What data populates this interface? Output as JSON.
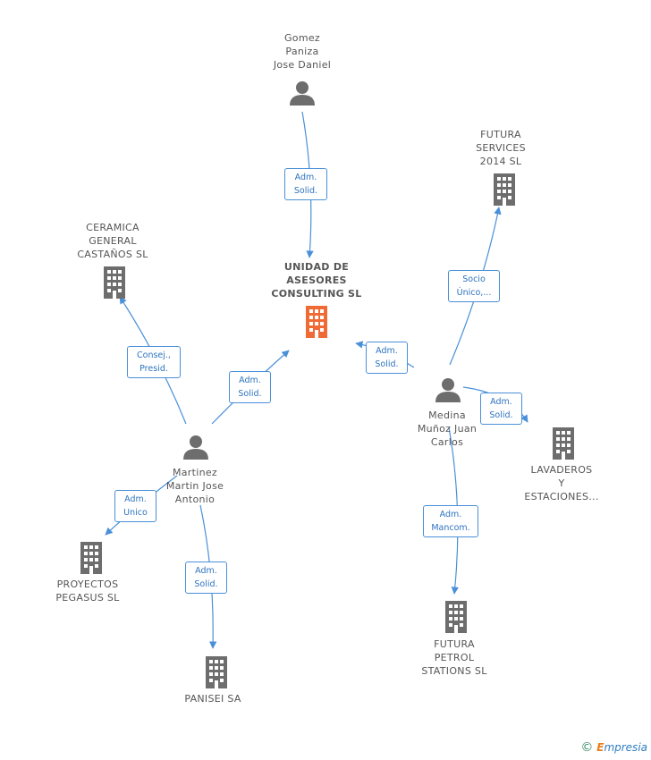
{
  "nodes": {
    "main": {
      "label": "UNIDAD DE\nASESORES\nCONSULTING SL",
      "type": "company",
      "color": "#f06a35"
    },
    "gomez": {
      "label": "Gomez\nPaniza\nJose Daniel",
      "type": "person"
    },
    "futura_services": {
      "label": "FUTURA\nSERVICES\n2014  SL",
      "type": "company"
    },
    "ceramica": {
      "label": "CERAMICA\nGENERAL\nCASTAÑOS SL",
      "type": "company"
    },
    "medina": {
      "label": "Medina\nMuñoz Juan\nCarlos",
      "type": "person"
    },
    "lavaderos": {
      "label": "LAVADEROS\nY\nESTACIONES...",
      "type": "company"
    },
    "martinez": {
      "label": "Martinez\nMartin Jose\nAntonio",
      "type": "person"
    },
    "proyectos": {
      "label": "PROYECTOS\nPEGASUS SL",
      "type": "company"
    },
    "panisei": {
      "label": "PANISEI SA",
      "type": "company"
    },
    "futura_petrol": {
      "label": "FUTURA\nPETROL\nSTATIONS SL",
      "type": "company"
    }
  },
  "edges": [
    {
      "id": "e1",
      "label": "Adm.\nSolid."
    },
    {
      "id": "e2",
      "label": "Socio\nÚnico,..."
    },
    {
      "id": "e3",
      "label": "Adm.\nSolid."
    },
    {
      "id": "e4",
      "label": "Adm.\nSolid."
    },
    {
      "id": "e5",
      "label": "Consej.,\nPresid."
    },
    {
      "id": "e6",
      "label": "Adm.\nSolid."
    },
    {
      "id": "e7",
      "label": "Adm.\nUnico"
    },
    {
      "id": "e8",
      "label": "Adm.\nSolid."
    },
    {
      "id": "e9",
      "label": "Adm.\nMancom."
    }
  ],
  "colors": {
    "edge": "#4a90d9",
    "icon": "#6d6d6d",
    "main_icon": "#f06a35"
  },
  "footer": {
    "symbol": "©",
    "brand_initial": "E",
    "brand_rest": "mpresia"
  }
}
